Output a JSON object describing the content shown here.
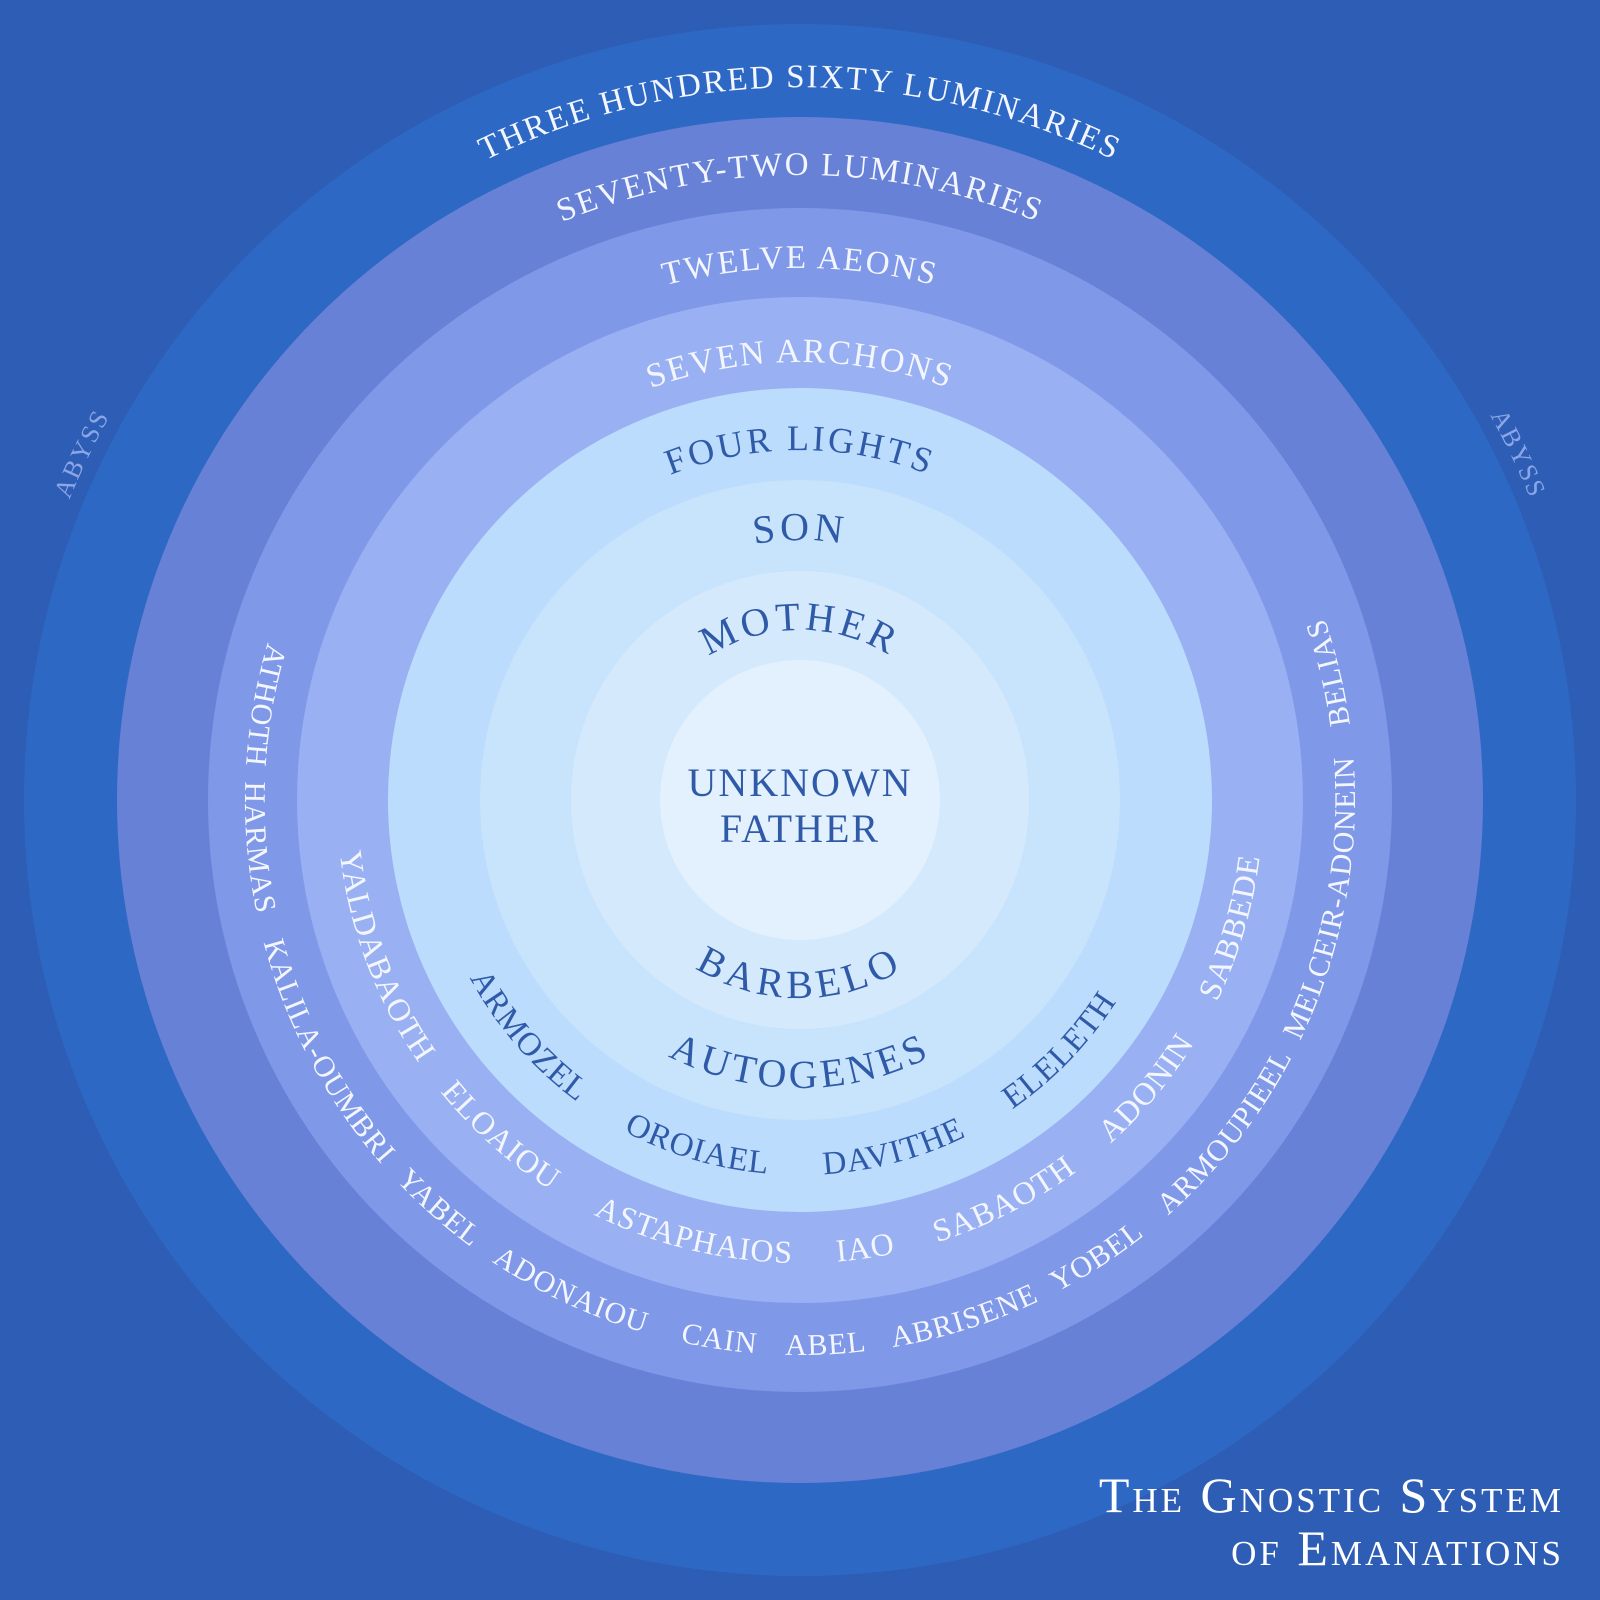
{
  "title": {
    "line1": "The Gnostic System",
    "line2": "of Emanations"
  },
  "colors": {
    "background": "#2e5db5",
    "rings": [
      "#2d69c4",
      "#6681d6",
      "#7f98e8",
      "#99b0f2",
      "#bcdcfd",
      "#c8e4fc",
      "#d5e9fd",
      "#e3f0fe"
    ],
    "light_text": "#f3f6ff",
    "dark_text": "#2f5aa8",
    "abyss_text": "#8aa6e6"
  },
  "abyss": {
    "left": "ABYSS",
    "right": "ABYSS"
  },
  "rings": [
    {
      "id": "three-hundred-sixty-luminaries",
      "label": "THREE HUNDRED SIXTY LUMINARIES",
      "names": []
    },
    {
      "id": "seventy-two-luminaries",
      "label": "SEVENTY-TWO LUMINARIES",
      "names": []
    },
    {
      "id": "twelve-aeons",
      "label": "TWELVE AEONS",
      "names": [
        "ATHOTH",
        "HARMAS",
        "KALILA-OUMBRI",
        "YABEL",
        "ADONAIOU",
        "CAIN",
        "ABEL",
        "ABRISENE",
        "YOBEL",
        "ARMOUPIEEL",
        "MELCEIR-ADONEIN",
        "BELIAS"
      ]
    },
    {
      "id": "seven-archons",
      "label": "SEVEN ARCHONS",
      "names": [
        "YALDABAOTH",
        "ELOAIOU",
        "ASTAPHAIOS",
        "IAO",
        "SABAOTH",
        "ADONIN",
        "SABBEDE"
      ]
    },
    {
      "id": "four-lights",
      "label": "FOUR LIGHTS",
      "names": [
        "ARMOZEL",
        "OROIAEL",
        "DAVITHE",
        "ELELETH"
      ]
    },
    {
      "id": "son",
      "label": "SON",
      "names": [
        "AUTOGENES"
      ]
    },
    {
      "id": "mother",
      "label": "MOTHER",
      "names": [
        "BARBELO"
      ]
    },
    {
      "id": "unknown-father",
      "label_lines": [
        "UNKNOWN",
        "FATHER"
      ]
    }
  ]
}
